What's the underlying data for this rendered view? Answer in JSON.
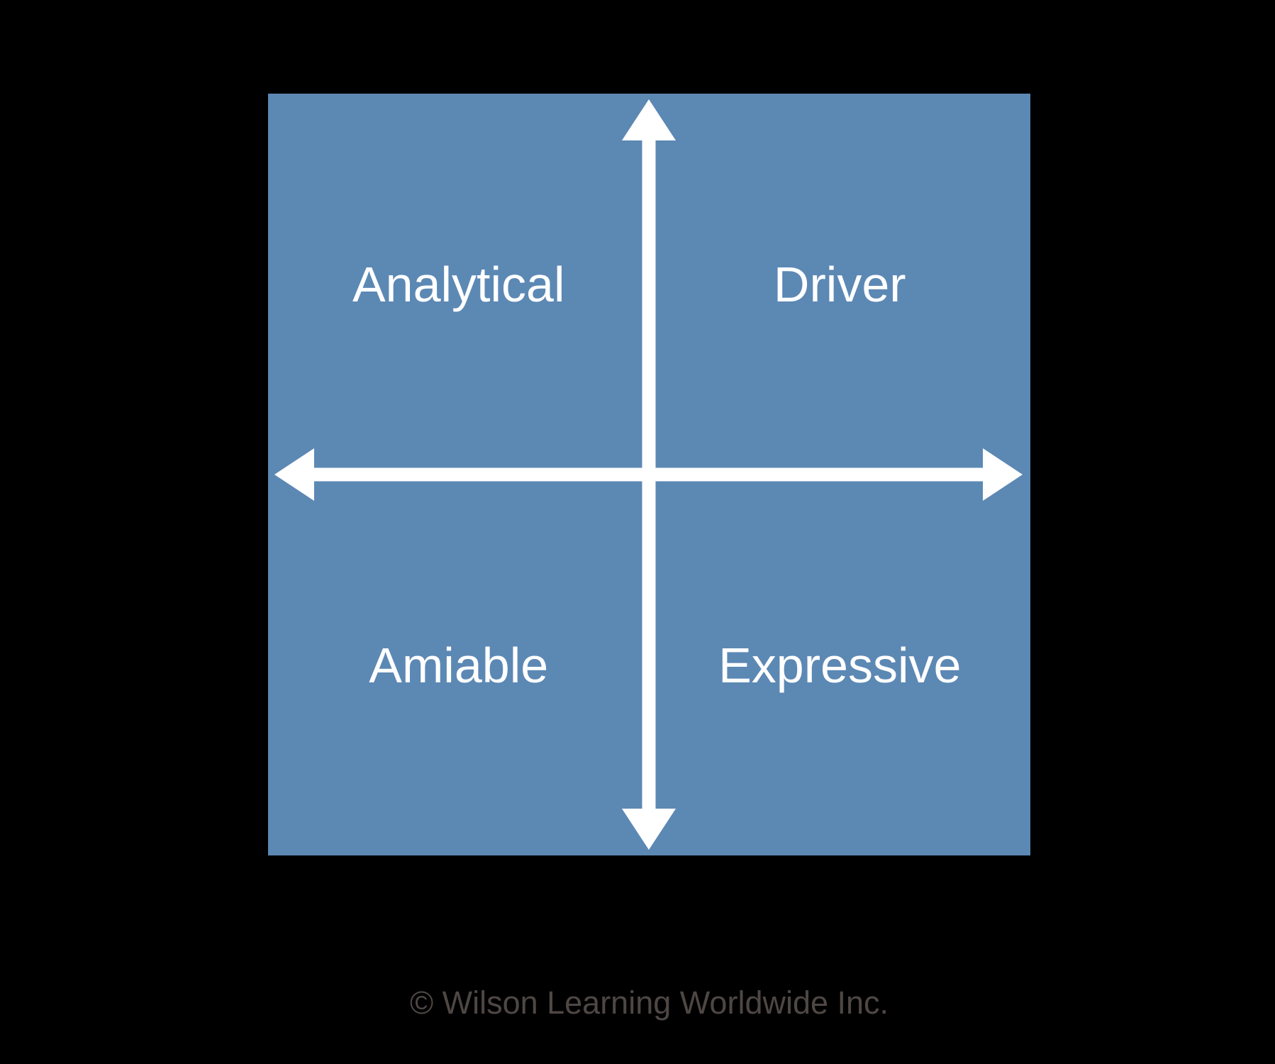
{
  "diagram": {
    "type": "quadrant-matrix",
    "quadrants": [
      {
        "position": "top-left",
        "label": "Analytical"
      },
      {
        "position": "top-right",
        "label": "Driver"
      },
      {
        "position": "bottom-left",
        "label": "Amiable"
      },
      {
        "position": "bottom-right",
        "label": "Expressive"
      }
    ],
    "axes": {
      "vertical": "double-headed-arrow",
      "horizontal": "double-headed-arrow"
    },
    "colors": {
      "background": "#000000",
      "quadrant_fill": "#5C88B4",
      "arrow": "#FFFFFF",
      "label_text": "#FFFFFF",
      "copyright_text": "#4E4744"
    }
  },
  "footer": {
    "copyright": "© Wilson Learning Worldwide Inc."
  }
}
